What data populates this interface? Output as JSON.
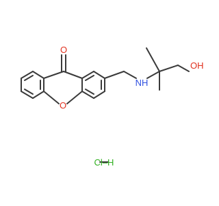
{
  "labels": {
    "carbonyl_oxygen": "O",
    "ring_oxygen": "O",
    "amine": "NH",
    "hydroxyl": "OH",
    "salt": "Cl–H"
  },
  "colors": {
    "bond": "#3a3a3a",
    "oxygen": "#e0301e",
    "nitrogen": "#3050e0",
    "chlorine": "#30b020"
  }
}
